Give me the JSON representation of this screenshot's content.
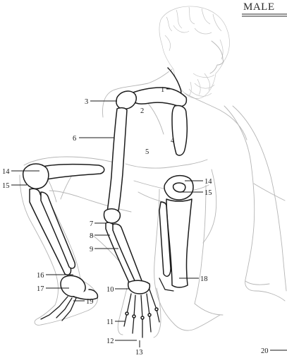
{
  "header": {
    "title": "MALE"
  },
  "page": {
    "number": "20"
  },
  "labels": [
    {
      "id": "1",
      "text": "1"
    },
    {
      "id": "2",
      "text": "2"
    },
    {
      "id": "3",
      "text": "3"
    },
    {
      "id": "4",
      "text": "4"
    },
    {
      "id": "5",
      "text": "5"
    },
    {
      "id": "6",
      "text": "6"
    },
    {
      "id": "7",
      "text": "7"
    },
    {
      "id": "8",
      "text": "8"
    },
    {
      "id": "9",
      "text": "9"
    },
    {
      "id": "10",
      "text": "10"
    },
    {
      "id": "11",
      "text": "11"
    },
    {
      "id": "12",
      "text": "12"
    },
    {
      "id": "13",
      "text": "13"
    },
    {
      "id": "14a",
      "text": "14"
    },
    {
      "id": "15a",
      "text": "15"
    },
    {
      "id": "14b",
      "text": "14"
    },
    {
      "id": "15b",
      "text": "15"
    },
    {
      "id": "16",
      "text": "16"
    },
    {
      "id": "17",
      "text": "17"
    },
    {
      "id": "18",
      "text": "18"
    },
    {
      "id": "19",
      "text": "19"
    }
  ]
}
